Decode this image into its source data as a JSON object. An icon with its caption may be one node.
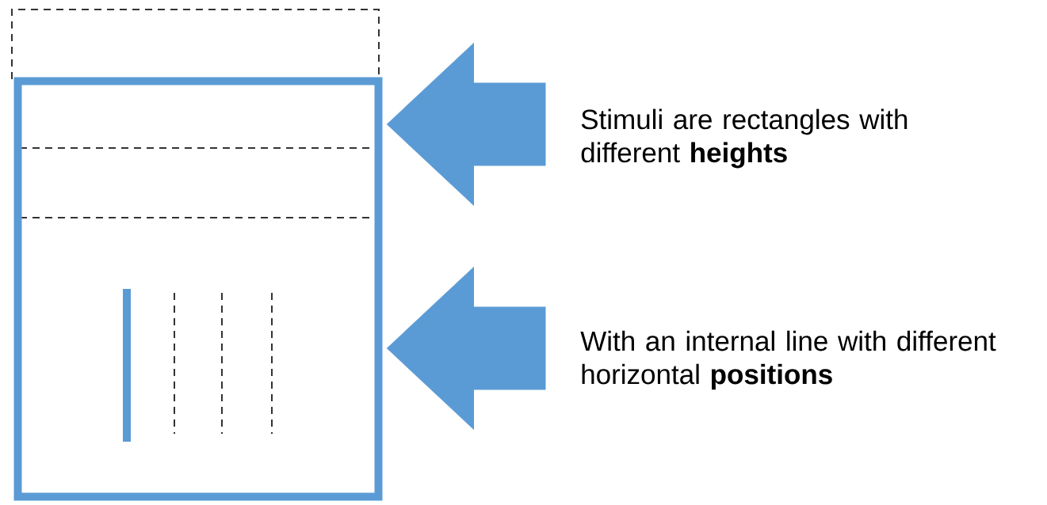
{
  "diagram": {
    "nodes": [
      {
        "text": [],
        "shape": "box"
      },
      {
        "text": [
          "Stimuli are rectangles with different **heights**"
        ]
      },
      {
        "text": [
          "With an internal line with different horizontal **positions**"
        ]
      }
    ],
    "edges": [
      {
        "from": 1,
        "to": 0,
        "arrow": "to"
      },
      {
        "from": 2,
        "to": 0,
        "arrow": "to"
      }
    ]
  }
}
